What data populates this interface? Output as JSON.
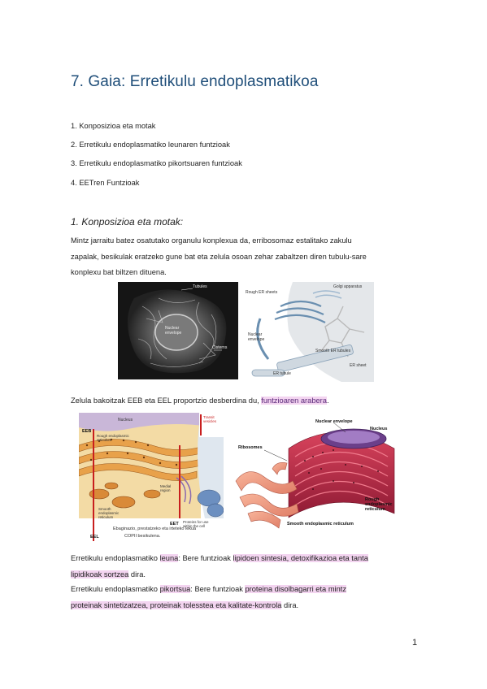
{
  "title": "7. Gaia: Erretikulu endoplasmatikoa",
  "toc": [
    "1. Konposizioa eta motak",
    "2. Erretikulu endoplasmatiko leunaren funtzioak",
    "3. Erretikulu endoplasmatiko pikortsuaren funtzioak",
    "4. EETren Funtzioak"
  ],
  "section_heading": "1. Konposizioa eta motak:",
  "intro": {
    "line1": "Mintz jarraitu batez osatutako organulu konplexua da, erribosomaz estalitako zakulu",
    "line2": "zapalak, besikulak eratzeko gune bat eta zelula osoan zehar zabaltzen diren tubulu-sare",
    "line3": "konplexu bat biltzen dituena."
  },
  "figure1": {
    "micrograph_labels": {
      "tubules": "Tubules",
      "nuclear_envelope": "Nuclear envelope",
      "cisterns": "Cisterns"
    },
    "diagram_labels": {
      "rough_er": "Rough ER sheets",
      "golgi": "Golgi apparatus",
      "nuclear": "Nuclear envelope",
      "smooth": "Smooth ER tubules",
      "ribosome": "ER tubule",
      "sheet": "ER sheet"
    }
  },
  "sentence2": {
    "prefix": "Zelula bakoitzak EEB eta EEL proportzio desberdina du, ",
    "highlight": "funtzioaren arabera",
    "suffix": "."
  },
  "figure2": {
    "labels": {
      "eeb": "EEB",
      "eel": "EEL",
      "eet": "EET",
      "nucleus": "Nucleus",
      "rough": "Rough endoplasmic reticulum",
      "smooth": "Smooth endoplasmic reticulum",
      "medial": "Medial region",
      "proteins": "Proteins for use within the cell",
      "transit": "Transit vesicles"
    },
    "caption1": "Ebaginazio, prestatzeko eta irteteko lekua",
    "caption2": "COPII besikulena."
  },
  "figure3": {
    "labels": {
      "nuclear_envelope": "Nuclear envelope",
      "nucleus": "Nucleus",
      "ribosomes": "Ribosomes",
      "rough": "Rough endoplasmic reticulum",
      "smooth": "Smooth endoplasmic reticulum"
    }
  },
  "leuna": {
    "prefix": "Erretikulu endoplasmatiko ",
    "word": "leuna",
    "middle": ": Bere funtzioak ",
    "hl1": "lipidoen sintesia, detoxifikazioa eta tanta",
    "hl2": "lipidikoak sortzea",
    "suffix": " dira."
  },
  "pikortsua": {
    "prefix": "Erretikulu endoplasmatiko ",
    "word": "pikortsua",
    "middle": ": Bere funtzioak ",
    "hl1": "proteina disolbagarri eta mintz",
    "hl2": "proteinak sintetizatzea, proteinak tolesstea eta kalitate-kontrola",
    "suffix": " dira."
  },
  "page_number": "1"
}
